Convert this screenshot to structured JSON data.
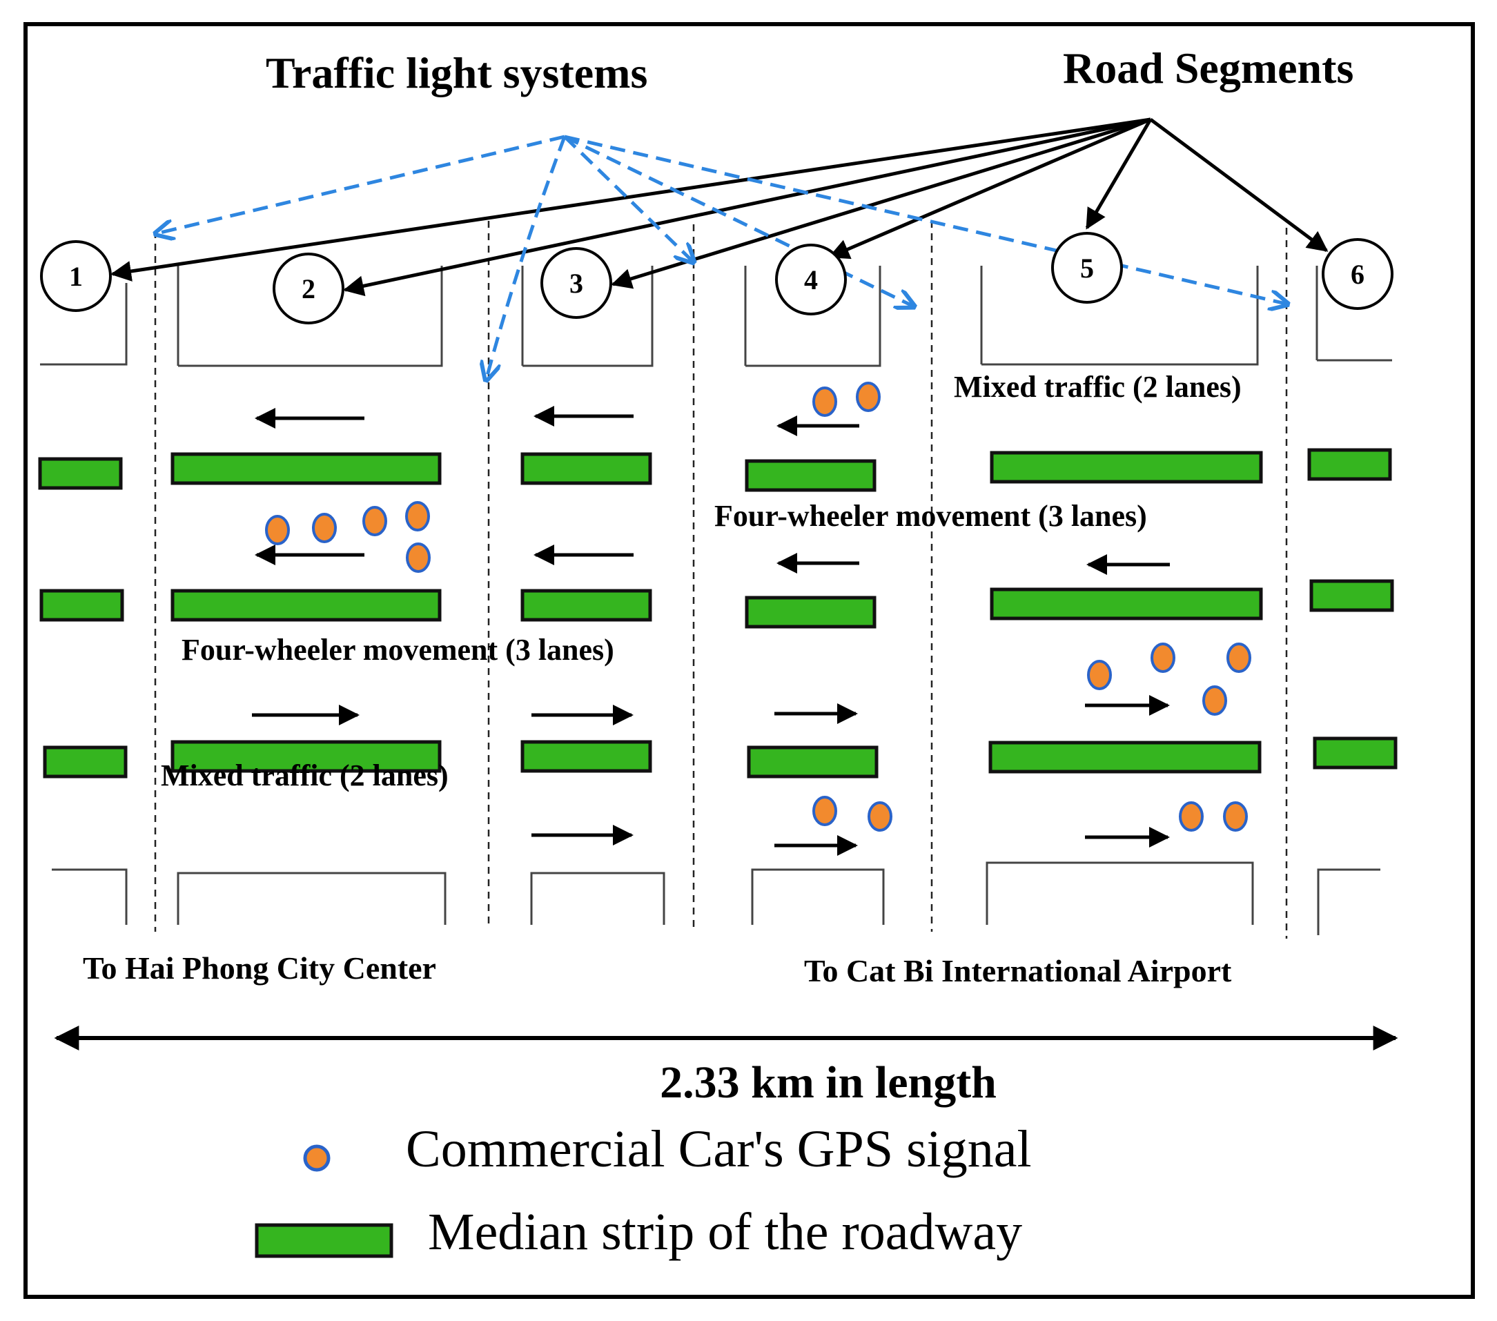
{
  "title_traffic_lights": "Traffic light systems",
  "title_road_segments": "Road Segments",
  "segments": [
    "1",
    "2",
    "3",
    "4",
    "5",
    "6"
  ],
  "lane_labels": {
    "mixed_upper": "Mixed traffic (2 lanes)",
    "fourwheel_upper": "Four-wheeler movement (3 lanes)",
    "fourwheel_lower": "Four-wheeler movement (3 lanes)",
    "mixed_lower": "Mixed traffic (2 lanes)"
  },
  "destinations": {
    "left": "To Hai Phong City Center",
    "right": "To Cat Bi International Airport"
  },
  "length_label": "2.33 km in length",
  "legend": {
    "gps": "Commercial Car's GPS signal",
    "median": "Median strip of the roadway"
  },
  "colors": {
    "median_fill": "#35b51f",
    "gps_fill": "#f28a2e",
    "gps_stroke": "#2a63c9",
    "traffic_light_arrow": "#2e86e0",
    "segment_arrow": "#000000"
  }
}
